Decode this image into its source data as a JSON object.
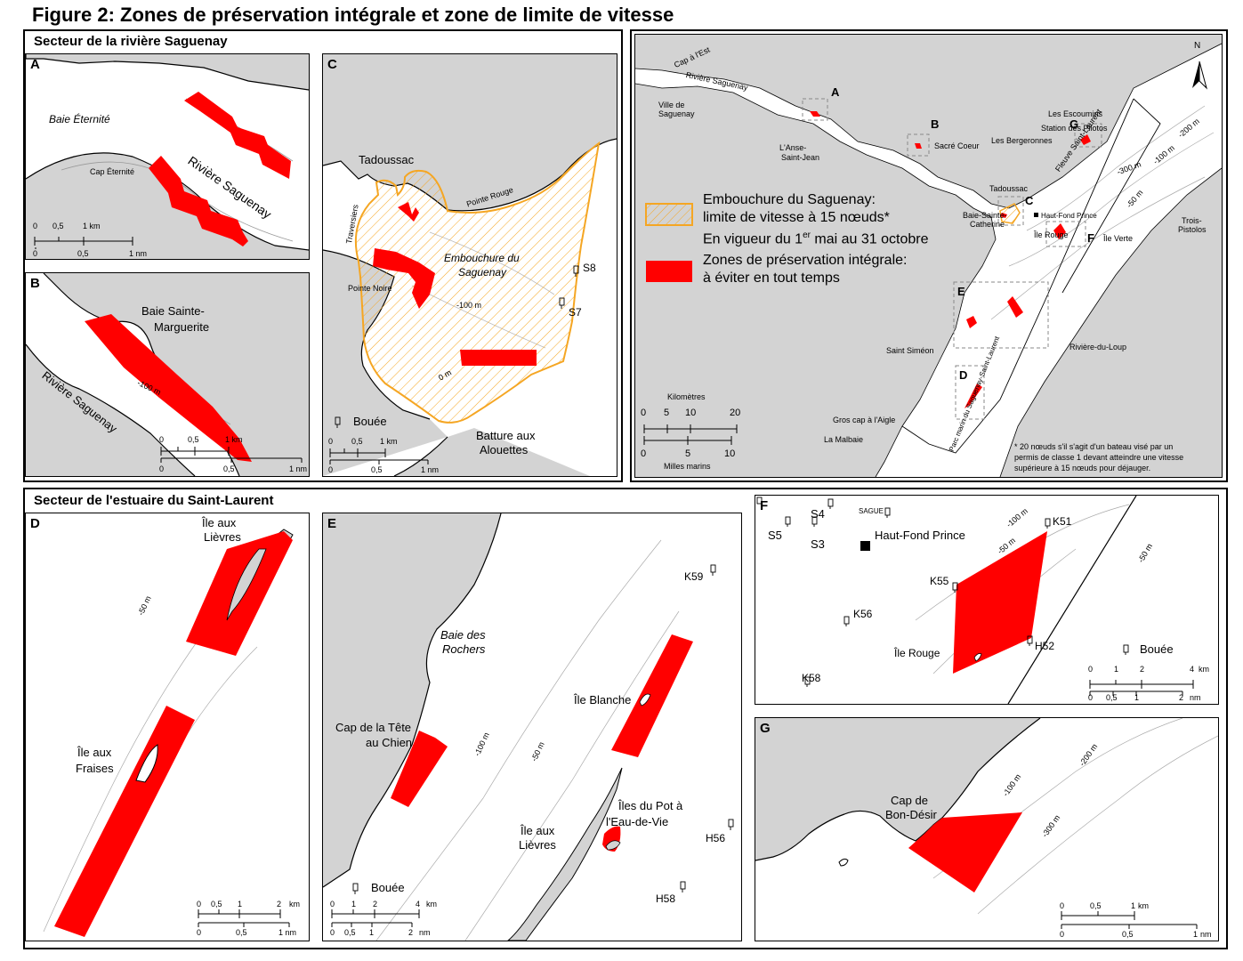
{
  "title": "Figure 2: Zones de préservation intégrale et zone de limite de vitesse",
  "sectors": {
    "saguenay": "Secteur de la rivière Saguenay",
    "estuaire": "Secteur de l'estuaire du Saint-Laurent"
  },
  "colors": {
    "zone": "#ff0000",
    "speed_border": "#f5a623",
    "land": "#d3d3d3",
    "water": "#ffffff",
    "isobath": "#999999"
  },
  "panels": {
    "A": {
      "label": "A",
      "places": [
        "Baie Éternité",
        "Rivière Saguenay",
        "Cap Éternité"
      ],
      "scale_km": [
        "0",
        "0,5",
        "1 km"
      ],
      "scale_nm": [
        "0",
        "0,5",
        "1 nm"
      ]
    },
    "B": {
      "label": "B",
      "places": [
        "Baie Sainte-",
        "Marguerite",
        "Rivière Saguenay",
        "-100 m"
      ],
      "scale_km": [
        "0",
        "0,5",
        "1 km"
      ],
      "scale_nm": [
        "0",
        "0,5",
        "1 nm"
      ]
    },
    "C": {
      "label": "C",
      "places": [
        "Tadoussac",
        "Traversiers",
        "Pointe Rouge",
        "Embouchure du",
        "Saguenay",
        "Pointe Noire",
        "-100 m",
        "0 m",
        "S8",
        "S7",
        "Batture aux",
        "Alouettes"
      ],
      "buoy_legend": "Bouée",
      "scale_km": [
        "0",
        "0,5",
        "1 km"
      ],
      "scale_nm": [
        "0",
        "0,5",
        "1 nm"
      ]
    },
    "main": {
      "north": "N",
      "places": [
        "Cap à l'Est",
        "Rivière Saguenay",
        "Ville de",
        "Saguenay",
        "L'Anse-",
        "Saint-Jean",
        "Sacré Coeur",
        "Les Bergeronnes",
        "Les Escoumins",
        "Station des Pilotos",
        "Tadoussac",
        "Baie-Sainte-",
        "Catherine",
        "Haut-Fond Prince",
        "Île Rouge",
        "Île Verte",
        "Trois-",
        "Pistolos",
        "Fleuve Saint-Laurent",
        "Saint Siméon",
        "Rivière-du-Loup",
        "Gros cap à l'Aigle",
        "La Malbaie",
        "Parc marin du Saguenay-Saint-Laurent",
        "-50 m",
        "-100 m",
        "-200 m",
        "-300 m"
      ],
      "box_labels": [
        "A",
        "B",
        "C",
        "D",
        "E",
        "F",
        "G"
      ],
      "legend": {
        "speed_line1": "Embouchure du Saguenay:",
        "speed_line2": "limite de vitesse à 15 nœuds*",
        "speed_line3a": "En vigueur du 1",
        "speed_line3sup": "er",
        "speed_line3b": " mai au 31 octobre",
        "zone_line1": "Zones de préservation intégrale:",
        "zone_line2": "à éviter en tout temps"
      },
      "scale_title": "Kilomètres",
      "scale_km": [
        "0",
        "5",
        "10",
        "20"
      ],
      "scale_nm": [
        "0",
        "5",
        "10"
      ],
      "scale_nm_title": "Milles marins",
      "footnote": [
        "* 20 nœuds s'il s'agit d'un bateau visé par un",
        "permis de classe 1 devant atteindre une vitesse",
        "supérieure à 15 nœuds pour déjauger."
      ]
    },
    "D": {
      "label": "D",
      "places": [
        "Île aux",
        "Lièvres",
        "Île aux",
        "Fraises",
        "-50 m"
      ],
      "scale_km": [
        "0",
        "0,5",
        "1",
        "2",
        "km"
      ],
      "scale_nm": [
        "0",
        "0,5",
        "1 nm"
      ]
    },
    "E": {
      "label": "E",
      "places": [
        "Baie des",
        "Rochers",
        "Cap de la Tête",
        "au Chien",
        "Île Blanche",
        "Île aux",
        "Lièvres",
        "Îles du Pot à",
        "l'Eau-de-Vie",
        "K59",
        "H56",
        "H58",
        "-100 m",
        "-50 m"
      ],
      "buoy_legend": "Bouée",
      "scale_km": [
        "0",
        "1",
        "2",
        "4",
        "km"
      ],
      "scale_nm": [
        "0",
        "0,5",
        "1",
        "2",
        "nm"
      ]
    },
    "F": {
      "label": "F",
      "places": [
        "S4",
        "SAGUE",
        "S5",
        "S3",
        "Haut-Fond Prince",
        "K51",
        "K55",
        "K56",
        "Île Rouge",
        "H52",
        "K58",
        "-100 m",
        "-50 m",
        "-50 m"
      ],
      "buoy_legend": "Bouée",
      "scale_km": [
        "0",
        "1",
        "2",
        "4",
        "km"
      ],
      "scale_nm": [
        "0",
        "0,5",
        "1",
        "2",
        "nm"
      ]
    },
    "G": {
      "label": "G",
      "places": [
        "Cap de",
        "Bon-Désir",
        "-100 m",
        "-200 m",
        "-300 m"
      ],
      "scale_km": [
        "0",
        "0,5",
        "1",
        "km"
      ],
      "scale_nm": [
        "0",
        "0,5",
        "1",
        "nm"
      ]
    }
  }
}
